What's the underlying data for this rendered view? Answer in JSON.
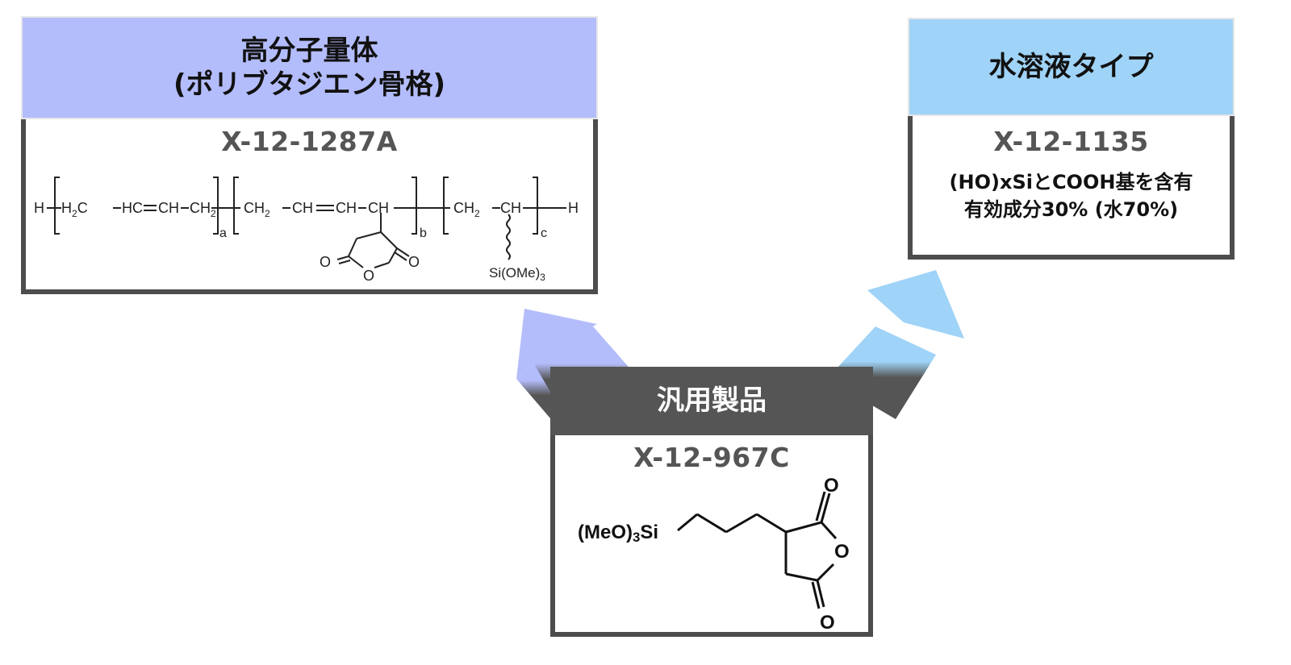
{
  "colors": {
    "left_header": "#b4bdfb",
    "right_header": "#9fd3f7",
    "center_header": "#555555",
    "frame": "#4d4d4d"
  },
  "left_card": {
    "header_line1": "高分子量体",
    "header_line2": "(ポリブタジエン骨格)",
    "code": "X-12-1287A",
    "formula": {
      "h_left": "H",
      "h_right": "H",
      "subscript_a": "a",
      "subscript_b": "b",
      "subscript_c": "c",
      "ring_o_left": "O",
      "ring_o_bottom": "O",
      "ring_o_right": "O",
      "silane": "Si(OMe)3"
    }
  },
  "right_card": {
    "header": "水溶液タイプ",
    "code": "X-12-1135",
    "desc_line1": "(HO)xSiとCOOH基を含有",
    "desc_line2": "有効成分30% (水70%)"
  },
  "center_card": {
    "header": "汎用製品",
    "code": "X-12-967C",
    "formula": {
      "silane": "(MeO)3Si",
      "o_top": "O",
      "o_ring": "O",
      "o_bottom": "O"
    }
  }
}
